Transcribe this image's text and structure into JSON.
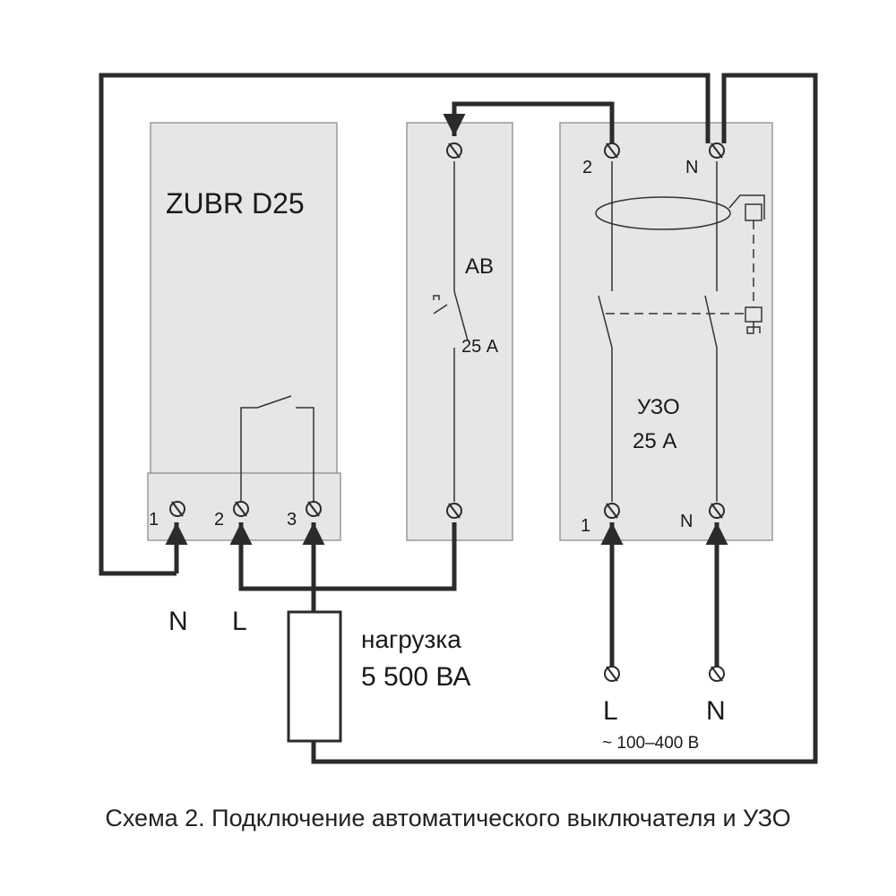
{
  "relay": {
    "title": "ZUBR D25",
    "terminals": [
      "1",
      "2",
      "3"
    ]
  },
  "breaker": {
    "name": "АВ",
    "rating": "25 А"
  },
  "rcd": {
    "name": "УЗО",
    "rating": "25 А",
    "top_terminals": [
      "2",
      "N"
    ],
    "bottom_terminals": [
      "1",
      "N"
    ]
  },
  "relay_inputs": {
    "n": "N",
    "l": "L"
  },
  "load": {
    "line1": "нагрузка",
    "line2": "5 500 ВА"
  },
  "supply": {
    "l": "L",
    "n": "N",
    "voltage": "~ 100–400 В"
  },
  "caption": "Схема 2. Подключение автоматического выключателя и УЗО",
  "colors": {
    "box_fill": "#e6e6e6",
    "wire": "#2b2b2b"
  }
}
